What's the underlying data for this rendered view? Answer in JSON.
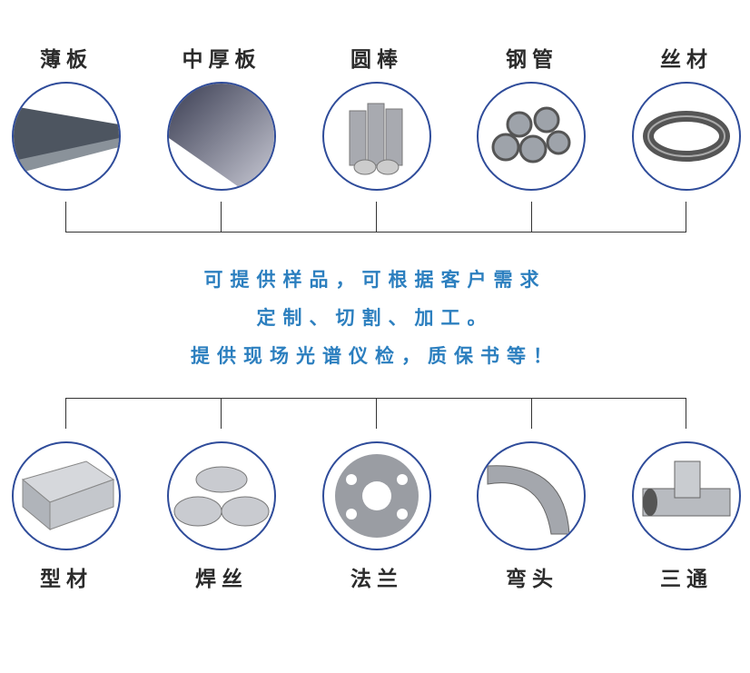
{
  "top_products": [
    {
      "label": "薄板",
      "icon": "thin-plate-image"
    },
    {
      "label": "中厚板",
      "icon": "thick-plate-image"
    },
    {
      "label": "圆棒",
      "icon": "round-bar-image"
    },
    {
      "label": "钢管",
      "icon": "steel-pipe-image"
    },
    {
      "label": "丝材",
      "icon": "wire-image"
    }
  ],
  "message": {
    "line1": "可提供样品，可根据客户需求",
    "line2": "定制、切割、加工。",
    "line3": "提供现场光谱仪检，质保书等！"
  },
  "bottom_products": [
    {
      "label": "型材",
      "icon": "profile-image"
    },
    {
      "label": "焊丝",
      "icon": "welding-wire-image"
    },
    {
      "label": "法兰",
      "icon": "flange-image"
    },
    {
      "label": "弯头",
      "icon": "elbow-image"
    },
    {
      "label": "三通",
      "icon": "tee-image"
    }
  ],
  "colors": {
    "circle_border": "#2f4c9a",
    "message_text": "#2c7fbf"
  }
}
